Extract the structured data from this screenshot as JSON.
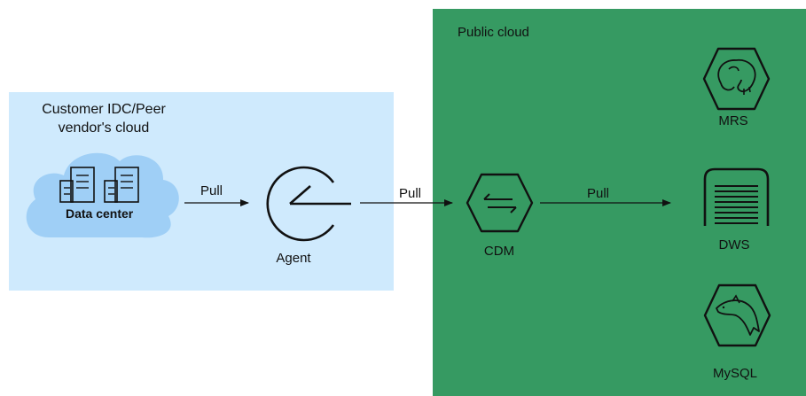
{
  "zones": {
    "customer": {
      "title_line1": "Customer IDC/Peer",
      "title_line2": "vendor's cloud",
      "color": "#cfeafd"
    },
    "public": {
      "title": "Public cloud",
      "color": "#369a62"
    }
  },
  "nodes": {
    "data_center": "Data center",
    "agent": "Agent",
    "cdm": "CDM",
    "mrs": "MRS",
    "dws": "DWS",
    "mysql": "MySQL"
  },
  "edges": {
    "pull_1": "Pull",
    "pull_2": "Pull",
    "pull_3": "Pull"
  },
  "icons": {
    "data_center": "cloud-building-icon",
    "agent": "agent-dial-icon",
    "cdm": "transfer-arrows-icon",
    "mrs": "elephant-icon",
    "dws": "warehouse-icon",
    "mysql": "dolphin-icon"
  }
}
